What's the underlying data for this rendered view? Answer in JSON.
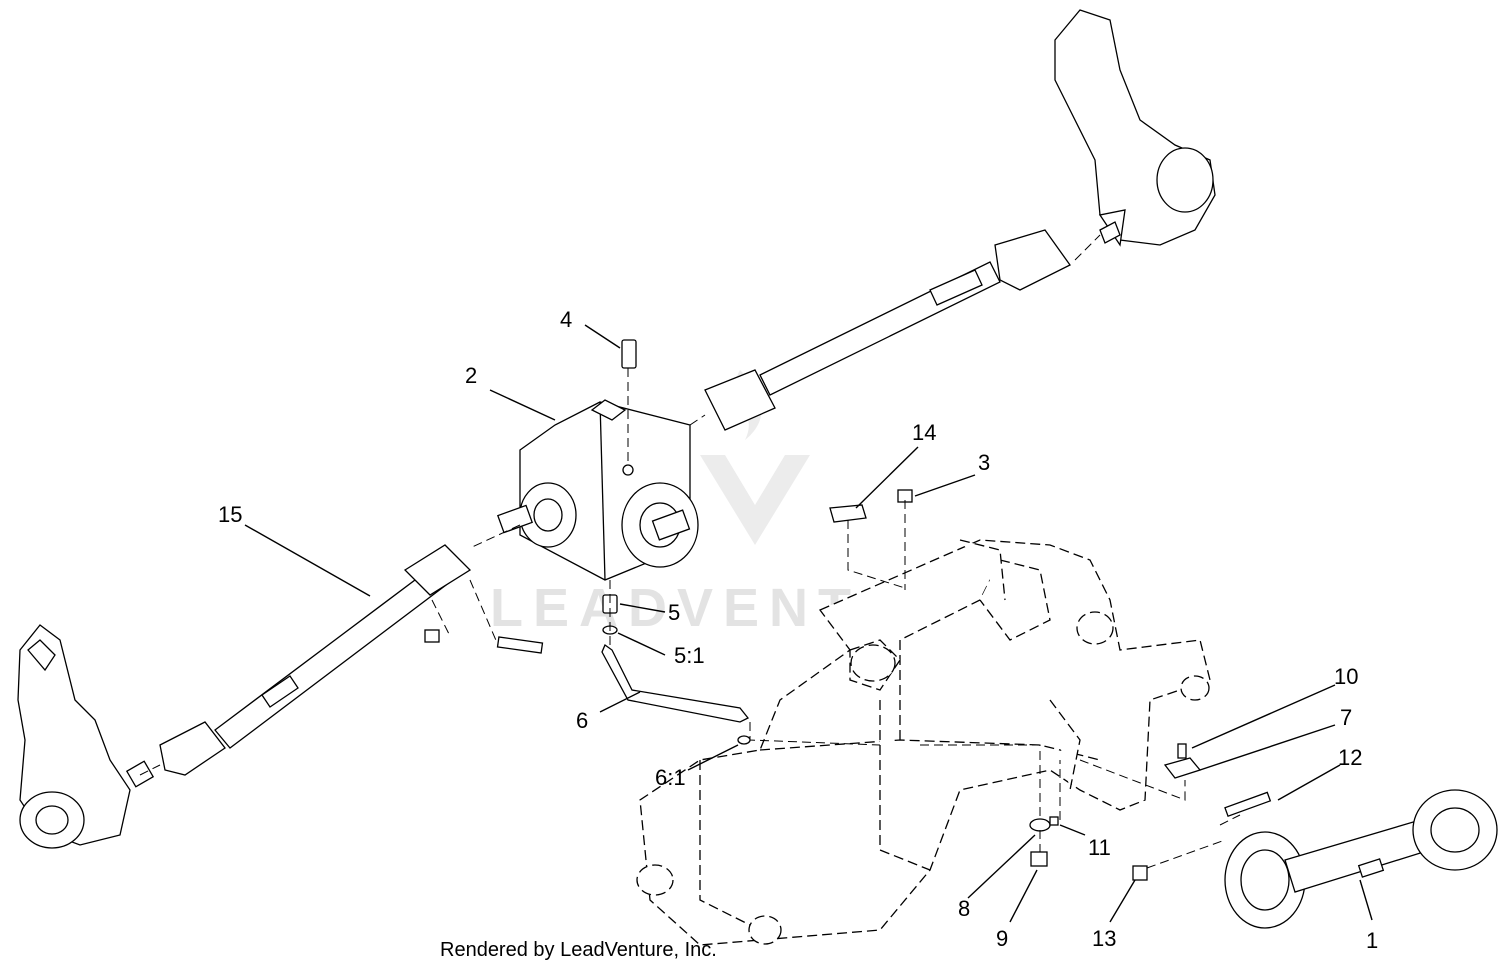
{
  "watermark": "LEADVENTURE",
  "credit": "Rendered by LeadVenture, Inc.",
  "callouts": [
    {
      "id": "c1",
      "label": "1"
    },
    {
      "id": "c2",
      "label": "2"
    },
    {
      "id": "c3",
      "label": "3"
    },
    {
      "id": "c4",
      "label": "4"
    },
    {
      "id": "c5",
      "label": "5"
    },
    {
      "id": "c5_1",
      "label": "5:1"
    },
    {
      "id": "c6",
      "label": "6"
    },
    {
      "id": "c6_1",
      "label": "6:1"
    },
    {
      "id": "c7",
      "label": "7"
    },
    {
      "id": "c8",
      "label": "8"
    },
    {
      "id": "c9",
      "label": "9"
    },
    {
      "id": "c10",
      "label": "10"
    },
    {
      "id": "c11",
      "label": "11"
    },
    {
      "id": "c12",
      "label": "12"
    },
    {
      "id": "c13",
      "label": "13"
    },
    {
      "id": "c14",
      "label": "14"
    },
    {
      "id": "c15",
      "label": "15"
    }
  ]
}
